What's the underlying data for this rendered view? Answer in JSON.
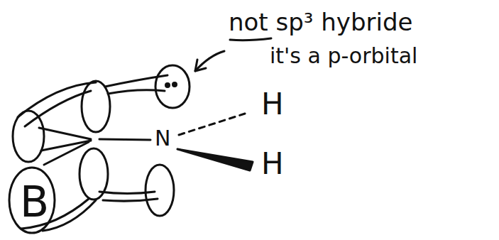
{
  "diagram": {
    "labels": [
      "not sp³ hybride",
      "it's a p-orbital",
      "B",
      "N",
      "H",
      "H"
    ]
  }
}
